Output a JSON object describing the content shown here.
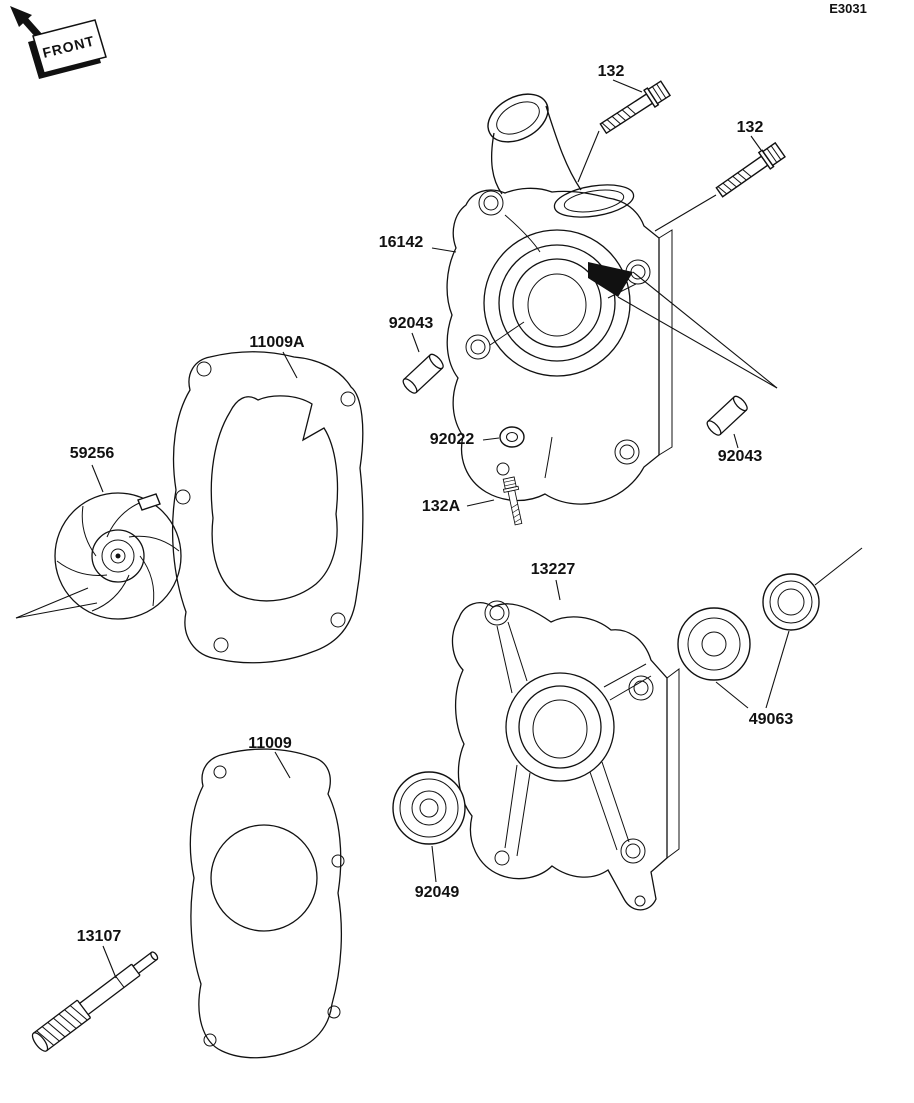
{
  "diagram": {
    "code": "E3031",
    "front_label": "FRONT",
    "ink_color": "#111111",
    "background_color": "#ffffff"
  },
  "parts": {
    "bolt_top": {
      "label": "132"
    },
    "bolt_right": {
      "label": "132"
    },
    "cover": {
      "label": "16142"
    },
    "gasket_outer": {
      "label": "11009A"
    },
    "pin_left": {
      "label": "92043"
    },
    "washer": {
      "label": "92022"
    },
    "bolt_small": {
      "label": "132A"
    },
    "pin_right": {
      "label": "92043"
    },
    "impeller": {
      "label": "59256"
    },
    "plate": {
      "label": "13227"
    },
    "seal_set": {
      "label": "49063"
    },
    "gasket_inner": {
      "label": "11009"
    },
    "bearing": {
      "label": "92049"
    },
    "shaft": {
      "label": "13107"
    }
  }
}
